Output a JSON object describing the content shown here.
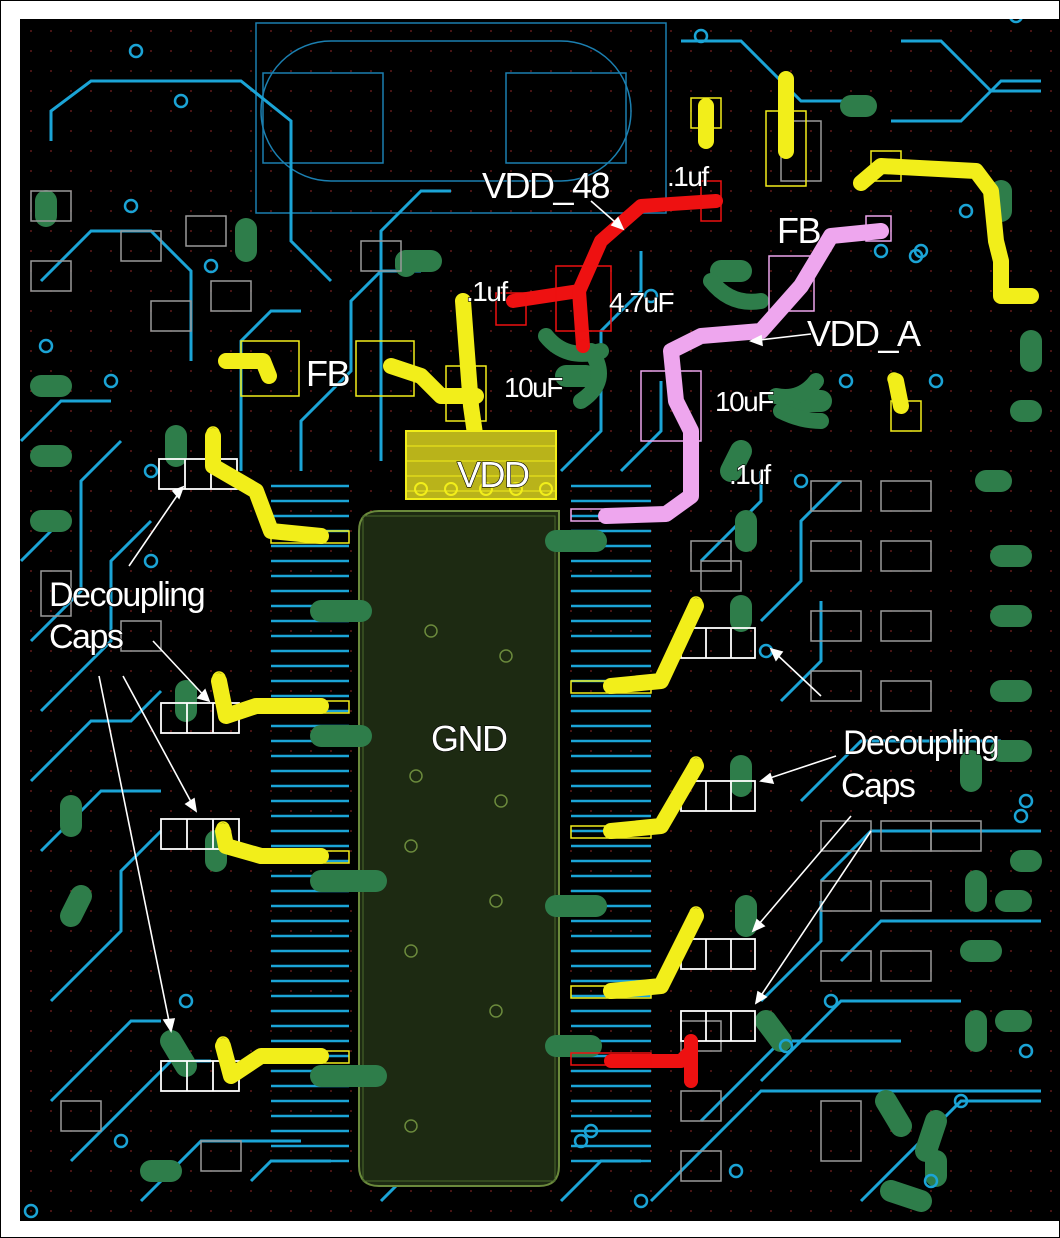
{
  "figure": {
    "labels": {
      "vdd_48": "VDD_48",
      "cap_01uf_top": ".1uf",
      "cap_01uf_left": ".1uf",
      "cap_47uf": "4.7uF",
      "fb_left": "FB",
      "fb_right": "FB",
      "vdd_a": "VDD_A",
      "cap_10uf_left": "10uF",
      "cap_10uf_right": "10uF",
      "vdd": "VDD",
      "cap_01uf_right": ".1uf",
      "gnd": "GND",
      "decoupling_left_1": "Decoupling",
      "decoupling_left_2": "Caps",
      "decoupling_right_1": "Decoupling",
      "decoupling_right_2": "Caps"
    },
    "colors": {
      "background": "#000000",
      "trace": "#1ba4d6",
      "pad": "#2e7d4a",
      "vdd_net": "#f2ee1a",
      "vdd_48_net": "#ee1111",
      "vdd_a_net": "#eea6ee",
      "silkscreen": "#ffffff",
      "ground_plane": "#4a6a2c"
    }
  }
}
